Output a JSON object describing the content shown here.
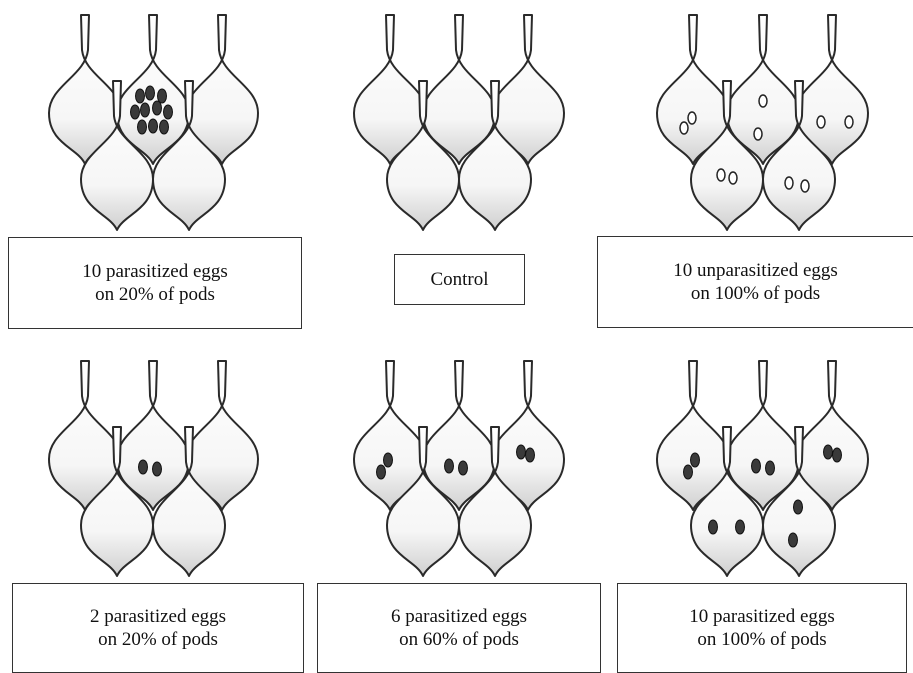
{
  "panels": [
    {
      "id": "p1",
      "caption": [
        "10 parasitized eggs",
        "on 20% of pods"
      ]
    },
    {
      "id": "p2",
      "caption": [
        "Control"
      ]
    },
    {
      "id": "p3",
      "caption": [
        "10 unparasitized eggs",
        "on 100% of pods"
      ]
    },
    {
      "id": "p4",
      "caption": [
        "2 parasitized eggs",
        "on 20% of pods"
      ]
    },
    {
      "id": "p5",
      "caption": [
        "6 parasitized eggs",
        "on 60% of pods"
      ]
    },
    {
      "id": "p6",
      "caption": [
        "10 parasitized eggs",
        "on 100% of pods"
      ]
    }
  ],
  "colors": {
    "pod_fill": "#ffffff",
    "pod_stroke": "#2a2a2a",
    "parasitized_egg": "#3a3a3a",
    "unparasitized_egg": "#ffffff",
    "box_border": "#333333"
  }
}
